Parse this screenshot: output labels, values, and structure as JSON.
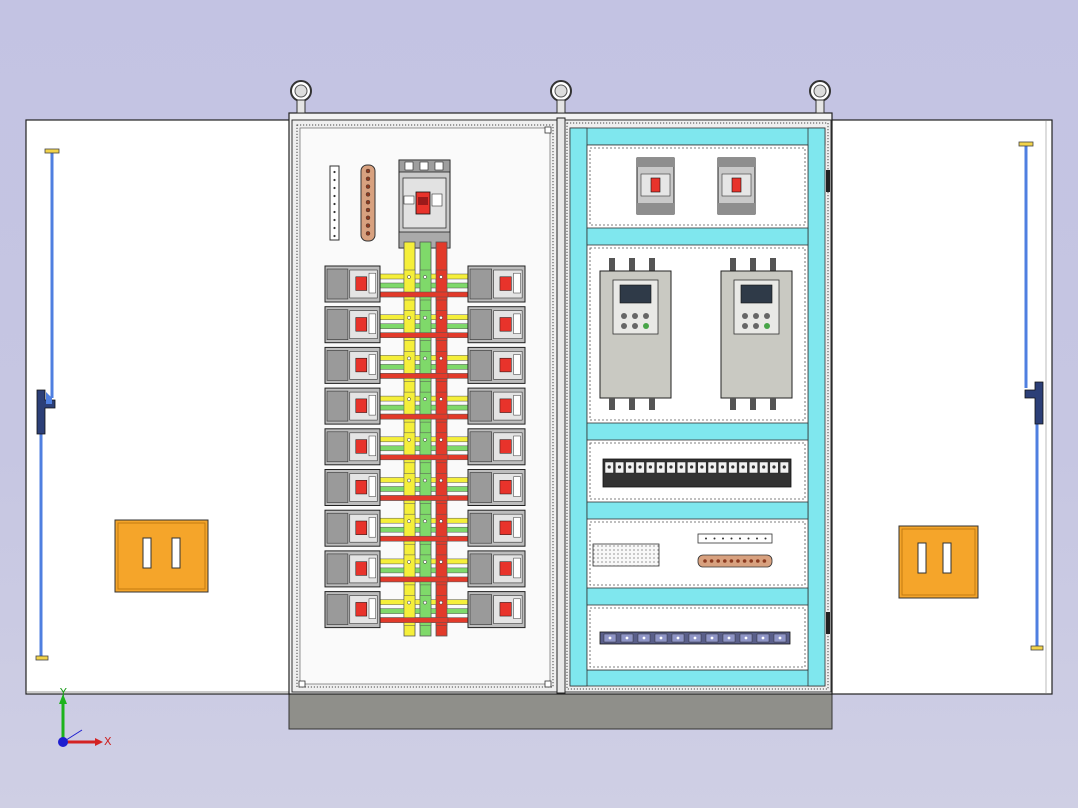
{
  "colors": {
    "background": "#c4c4e3",
    "door": "#ffffff",
    "frame_cyan": "#7fe7ee",
    "bus_yellow": "#f5ef3a",
    "bus_green": "#7fd96a",
    "bus_red": "#e23a2a",
    "handle_orange": "#f5a52a",
    "rod_blue": "#4f7fe0",
    "breaker_gray": "#bdbdbd",
    "plinth": "#8f8f8a"
  },
  "icons": {
    "lifting_eye": "lifting-eye-icon",
    "door_handle": "door-handle-icon",
    "axis_triad": "axis-triad-icon"
  },
  "axis": {
    "x_label": "X",
    "y_label": "Y"
  },
  "layout_counts": {
    "breaker_rows": 9,
    "left_feeder_breakers": 9,
    "right_feeder_breakers": 9,
    "vfd_units": 2,
    "small_breakers": 2,
    "terminal_blocks_row1": 18,
    "terminal_blocks_row3": 11
  }
}
